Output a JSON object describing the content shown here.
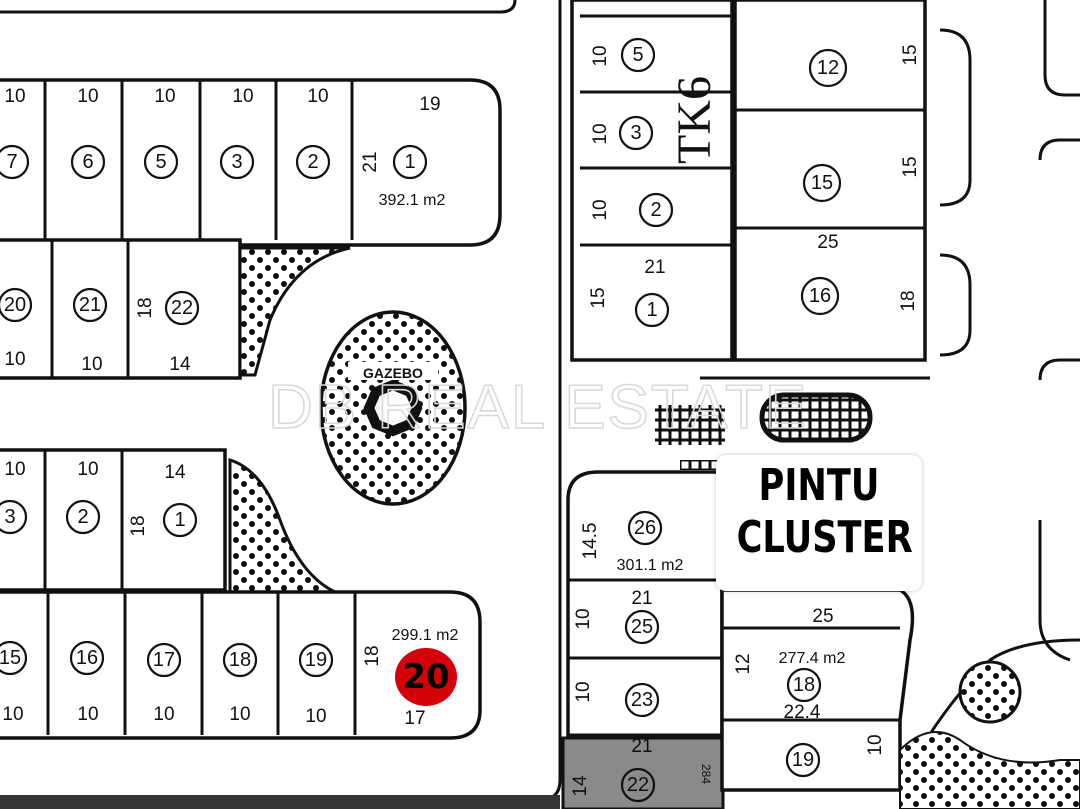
{
  "map": {
    "watermark": "DB REAL ESTATE",
    "gazebo_label": "GAZEBO",
    "block_label": "TK6",
    "gate_label_line1": "PINTU",
    "gate_label_line2": "CLUSTER",
    "highlighted_lot": "20",
    "highlight_color": "#d4000a"
  },
  "blocks": {
    "upper_left": {
      "top_dims": [
        "10",
        "10",
        "10",
        "10",
        "10",
        "19"
      ],
      "lots": [
        "7",
        "6",
        "5",
        "3",
        "2",
        "1"
      ],
      "lot1_side_dim": "21",
      "lot1_area": "392.1 m2",
      "back_lots": [
        "20",
        "21",
        "22"
      ],
      "back_side_dim": "18",
      "bottom_dims": [
        "10",
        "10",
        "14"
      ]
    },
    "lower_left": {
      "top_dims": [
        "10",
        "10",
        "14"
      ],
      "lots": [
        "3",
        "2",
        "1"
      ],
      "lot1_side_dim": "18",
      "back_lots": [
        "15",
        "16",
        "17",
        "18",
        "19",
        "20"
      ],
      "lot20_side_dim": "18",
      "lot20_area": "299.1 m2",
      "bottom_dims": [
        "10",
        "10",
        "10",
        "10",
        "10",
        "17"
      ]
    },
    "tk6": {
      "left_lots": [
        "5",
        "3",
        "2"
      ],
      "left_dims": [
        "10",
        "10",
        "10"
      ],
      "lot1_top_dim": "21",
      "lot1_side_dim": "15",
      "lot1": "1",
      "right_lots": [
        "12",
        "15",
        "16"
      ],
      "right_dims": [
        "15",
        "15",
        "18"
      ],
      "lot16_top_dim": "25"
    },
    "lower_right": {
      "lot26": "26",
      "lot26_side_dim": "14.5",
      "lot26_area": "301.1 m2",
      "lot25": "25",
      "lot25_top_dim": "21",
      "lot25_side_dim": "10",
      "lot23": "23",
      "lot23_side_dim": "10",
      "top_dim_25": "25",
      "lot18": "18",
      "lot18_side_dim": "12",
      "lot18_area": "277.4 m2",
      "lot18_bottom_dim": "22.4",
      "lot19": "19",
      "lot19_side_dim": "10",
      "lot22": "22",
      "lot22_top_dim": "21",
      "lot22_side_dim": "14",
      "lot22_right_dim": "284"
    }
  }
}
